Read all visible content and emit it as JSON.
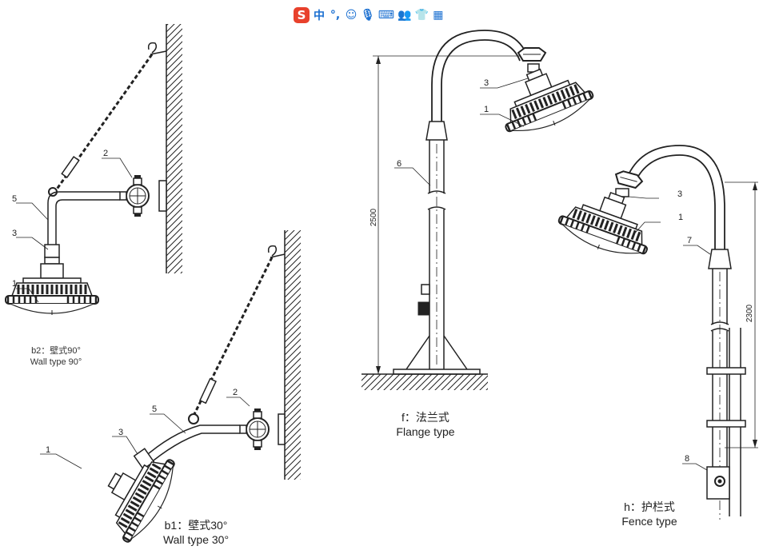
{
  "toolbar": {
    "logo": "S",
    "items": [
      "中",
      "°,",
      "☺",
      "🎙",
      "⌨",
      "👥",
      "👕",
      "▦"
    ],
    "icons": [
      "ime-logo-icon",
      "chinese-mode-icon",
      "punctuation-icon",
      "emoji-icon",
      "microphone-icon",
      "keyboard-icon",
      "user-icon",
      "skin-icon",
      "toolbox-icon"
    ],
    "accent": "#e8412c"
  },
  "callouts": {
    "b2": [
      "2",
      "5",
      "3",
      "1"
    ],
    "b1": [
      "2",
      "5",
      "3",
      "1"
    ],
    "f": [
      "3",
      "1",
      "6"
    ],
    "h": [
      "3",
      "1",
      "7",
      "8"
    ]
  },
  "dimensions": {
    "f_height": "2500",
    "h_height": "2300"
  },
  "captions": {
    "b2": {
      "cn": "b2：壁式90°",
      "en": "Wall type 90°"
    },
    "b1": {
      "cn": "b1：壁式30°",
      "en": "Wall type 30°"
    },
    "f": {
      "cn": "f：法兰式",
      "en": "Flange type"
    },
    "h": {
      "cn": "h：护栏式",
      "en": "Fence type"
    }
  },
  "colors": {
    "line": "#222222",
    "fill": "#ffffff"
  }
}
